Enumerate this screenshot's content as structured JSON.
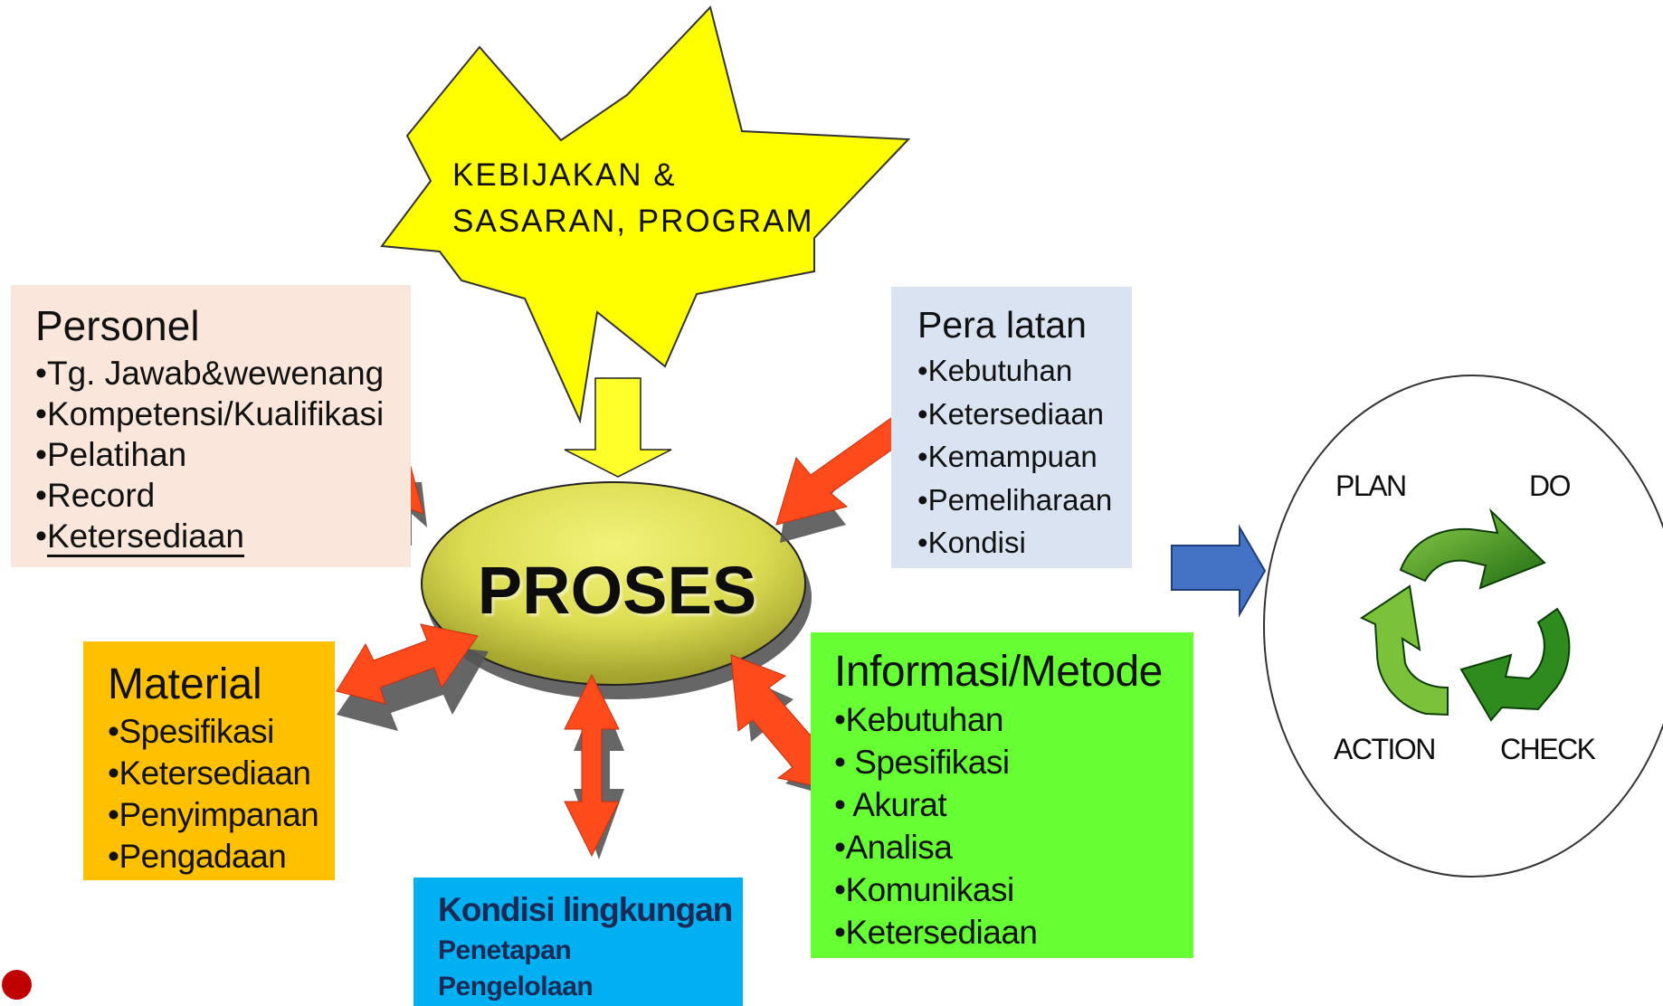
{
  "policy": {
    "line1": "KEBIJAKAN  &",
    "line2": "SASARAN,  PROGRAM"
  },
  "center": {
    "label": "PROSES"
  },
  "personel": {
    "title": "Personel",
    "items": [
      "Tg. Jawab&wewenang",
      "Kompetensi/Kualifikasi",
      "Pelatihan",
      "Record",
      "Ketersediaan"
    ]
  },
  "peralatan": {
    "title": "Pera latan",
    "items": [
      "Kebutuhan",
      "Ketersediaan",
      "Kemampuan",
      "Pemeliharaan",
      "Kondisi"
    ]
  },
  "material": {
    "title": "Material",
    "items": [
      "Spesifikasi",
      "Ketersediaan",
      "Penyimpanan",
      "Pengadaan"
    ]
  },
  "informasi": {
    "title": "Informasi/Metode",
    "items": [
      "Kebutuhan",
      " Spesifikasi",
      " Akurat",
      "Analisa",
      "Komunikasi",
      "Ketersediaan"
    ]
  },
  "kondisi": {
    "title": "Kondisi lingkungan",
    "lines": [
      "Penetapan",
      "Pengelolaan"
    ]
  },
  "cycle": {
    "plan": "PLAN",
    "do": "DO",
    "action": "ACTION",
    "check": "CHECK"
  },
  "colors": {
    "star": "#ffff00",
    "arrow": "#ff4a1c",
    "arrow_shadow": "#555555",
    "ellipse": "#e2e05c",
    "personel_bg": "#fbe6dc",
    "peralatan_bg": "#d9e3f2",
    "material_bg": "#ffc000",
    "informasi_bg": "#66ff33",
    "kondisi_bg": "#00b0f0",
    "cycle_arrow": "#4472c4",
    "recycle_green": "#2e8b1e"
  }
}
